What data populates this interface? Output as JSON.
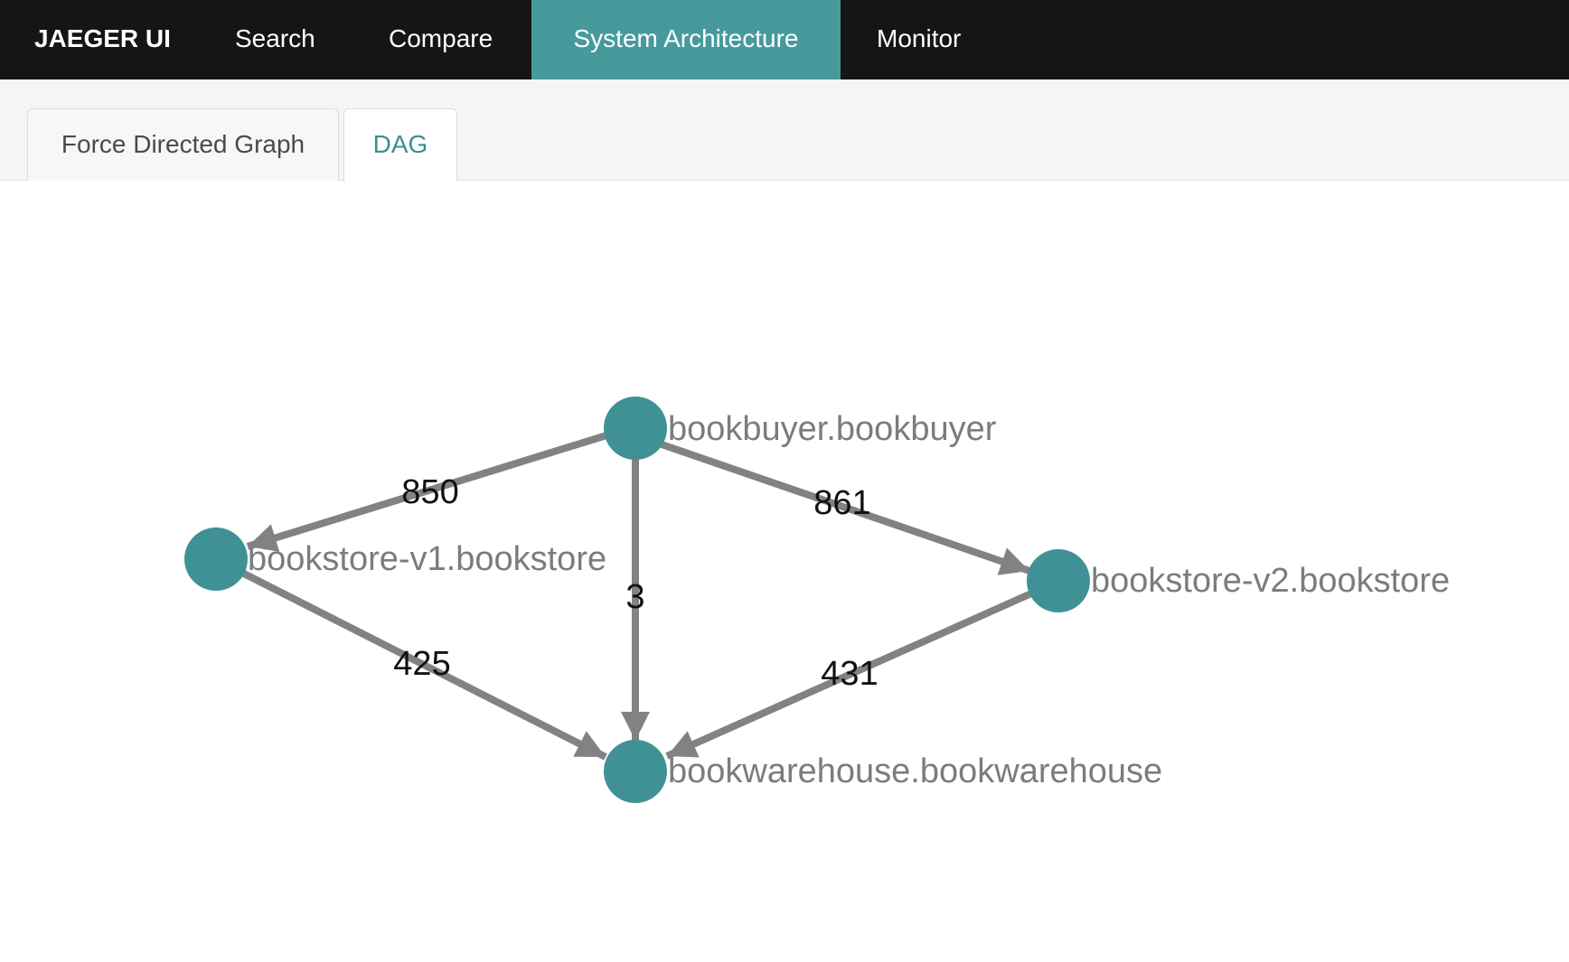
{
  "nav": {
    "brand": "JAEGER UI",
    "items": [
      {
        "label": "Search"
      },
      {
        "label": "Compare"
      },
      {
        "label": "System Architecture",
        "active": true
      },
      {
        "label": "Monitor"
      }
    ]
  },
  "tabs": [
    {
      "label": "Force Directed Graph"
    },
    {
      "label": "DAG",
      "active": true
    }
  ],
  "graph": {
    "nodes": [
      {
        "id": "bookbuyer",
        "label": "bookbuyer.bookbuyer"
      },
      {
        "id": "bookstore-v1",
        "label": "bookstore-v1.bookstore"
      },
      {
        "id": "bookstore-v2",
        "label": "bookstore-v2.bookstore"
      },
      {
        "id": "bookwarehouse",
        "label": "bookwarehouse.bookwarehouse"
      }
    ],
    "edges": [
      {
        "from": "bookbuyer",
        "to": "bookstore-v1",
        "label": "850"
      },
      {
        "from": "bookbuyer",
        "to": "bookstore-v2",
        "label": "861"
      },
      {
        "from": "bookbuyer",
        "to": "bookwarehouse",
        "label": "3"
      },
      {
        "from": "bookstore-v1",
        "to": "bookwarehouse",
        "label": "425"
      },
      {
        "from": "bookstore-v2",
        "to": "bookwarehouse",
        "label": "431"
      }
    ]
  },
  "colors": {
    "nav_background": "#151515",
    "accent": "#469a9c",
    "node_fill": "#3f9196",
    "edge": "#828282",
    "node_label": "#7c7c7c"
  }
}
